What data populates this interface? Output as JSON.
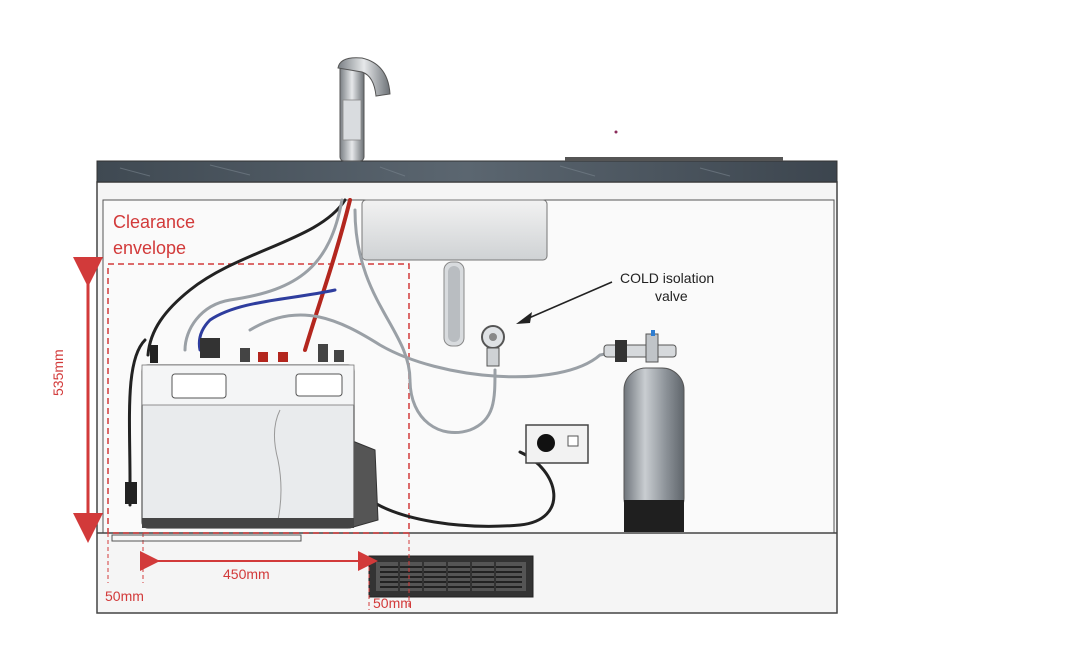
{
  "labels": {
    "clearance_line1": "Clearance",
    "clearance_line2": "envelope",
    "cold_valve_line1": "COLD isolation",
    "cold_valve_line2": "valve",
    "height_dim": "535mm",
    "width_dim": "450mm",
    "left_gap_dim": "50mm",
    "vent_gap_dim": "50mm"
  },
  "colors": {
    "dimension": "#d23a3a",
    "worktop": "#4a5560",
    "cabinet_outline": "#444444",
    "hot_pipe": "#b3261e",
    "cold_pipe": "#2e3d9e",
    "braided_hose": "#9aa0a6",
    "filter_cylinder": "#8e949a"
  },
  "icons": {
    "tap": "tap-icon",
    "sink": "sink-icon",
    "boiler": "boiler-unit-icon",
    "filter": "filter-cylinder-icon",
    "socket": "power-socket-icon",
    "vent": "plinth-vent-icon",
    "valve": "isolation-valve-icon"
  }
}
